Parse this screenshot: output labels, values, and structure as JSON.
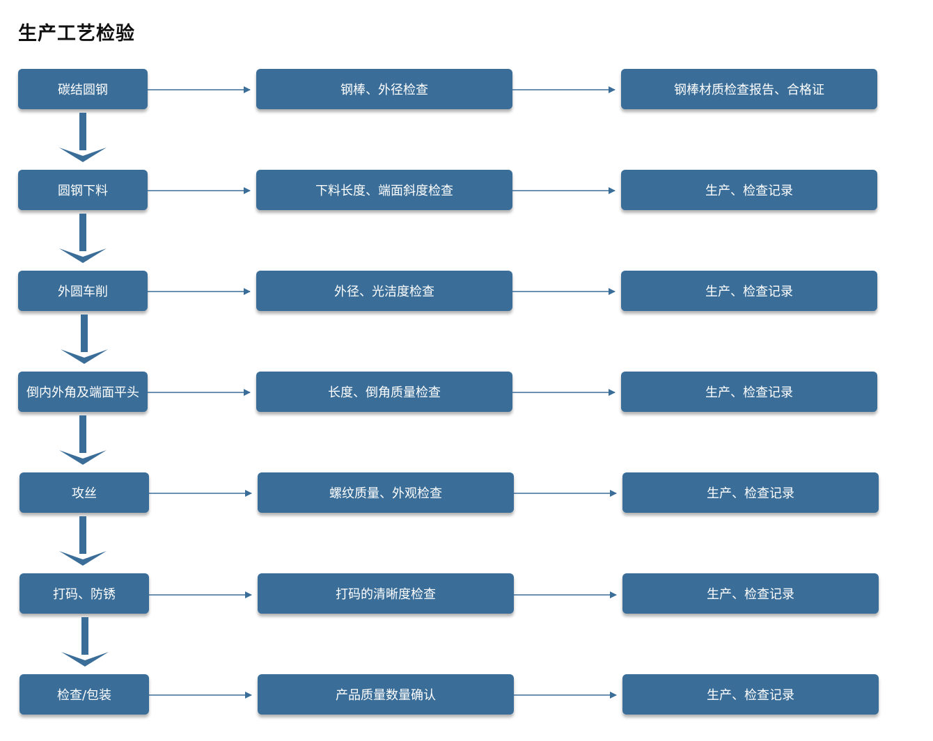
{
  "title": "生产工艺检验",
  "colors": {
    "node_fill": "#3a6d98",
    "node_text": "#ffffff",
    "connector": "#3a6d98"
  },
  "rows": [
    {
      "process": "碳结圆钢",
      "inspection": "钢棒、外径检查",
      "record": "钢棒材质检查报告、合格证"
    },
    {
      "process": "圆钢下料",
      "inspection": "下料长度、端面斜度检查",
      "record": "生产、检查记录"
    },
    {
      "process": "外圆车削",
      "inspection": "外径、光洁度检查",
      "record": "生产、检查记录"
    },
    {
      "process": "倒内外角及端面平头",
      "inspection": "长度、倒角质量检查",
      "record": "生产、检查记录"
    },
    {
      "process": "攻丝",
      "inspection": "螺纹质量、外观检查",
      "record": "生产、检查记录"
    },
    {
      "process": "打码、防锈",
      "inspection": "打码的清晰度检查",
      "record": "生产、检查记录"
    },
    {
      "process": "检查/包装",
      "inspection": "产品质量数量确认",
      "record": "生产、检查记录"
    }
  ]
}
